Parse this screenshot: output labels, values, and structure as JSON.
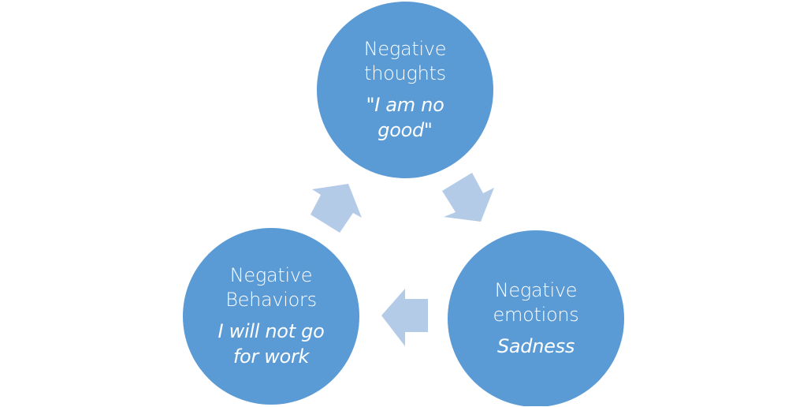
{
  "colors": {
    "node_fill": "#5b9bd5",
    "arrow_fill": "#b4cbe8",
    "text": "#ffffff",
    "background": "#ffffff"
  },
  "nodes": [
    {
      "id": "thoughts",
      "title_lines": [
        "Negative",
        "thoughts"
      ],
      "example_lines": [
        "\"I am no",
        "good\""
      ]
    },
    {
      "id": "emotions",
      "title_lines": [
        "Negative",
        "emotions"
      ],
      "example_lines": [
        "Sadness"
      ]
    },
    {
      "id": "behaviors",
      "title_lines": [
        "Negative",
        "Behaviors"
      ],
      "example_lines": [
        "I will not go",
        "for work"
      ]
    }
  ],
  "arrows": [
    {
      "from": "thoughts",
      "to": "emotions"
    },
    {
      "from": "emotions",
      "to": "behaviors"
    },
    {
      "from": "behaviors",
      "to": "thoughts"
    }
  ]
}
